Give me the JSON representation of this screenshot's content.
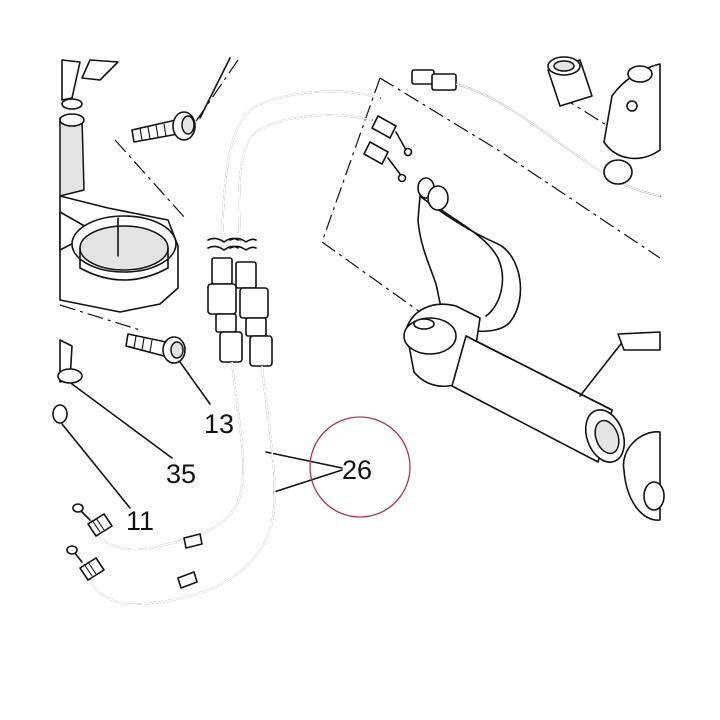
{
  "diagram": {
    "part_numbers": [
      "13",
      "35",
      "11",
      "26"
    ],
    "highlighted_part": "26",
    "highlight_color": "#b5354d",
    "line_color": "#111111",
    "background": "#ffffff"
  }
}
